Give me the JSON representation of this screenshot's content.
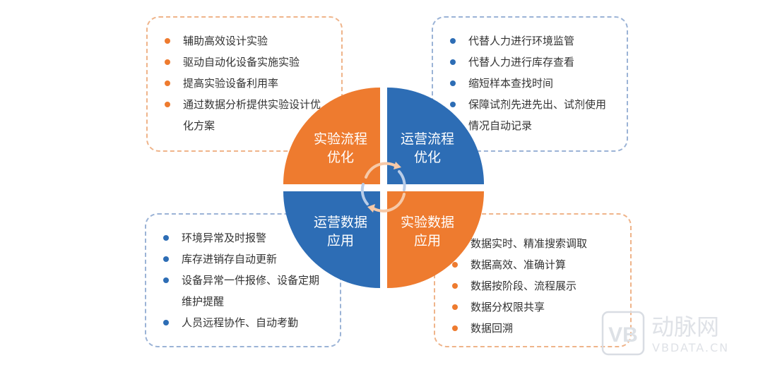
{
  "colors": {
    "orange": "#ee7b2f",
    "blue": "#2d6db5",
    "orange_border": "#efb48a",
    "blue_border": "#9bb3d6"
  },
  "quadrants": {
    "top_left": {
      "line1": "实验流程",
      "line2": "优化"
    },
    "top_right": {
      "line1": "运营流程",
      "line2": "优化"
    },
    "bottom_left": {
      "line1": "运营数据",
      "line2": "应用"
    },
    "bottom_right": {
      "line1": "实验数据",
      "line2": "应用"
    }
  },
  "boxes": {
    "top_left": [
      "辅助高效设计实验",
      "驱动自动化设备实施实验",
      "提高实验设备利用率",
      "通过数据分析提供实验设计优化方案"
    ],
    "top_right": [
      "代替人力进行环境监管",
      "代替人力进行库存查看",
      "缩短样本查找时间",
      "保障试剂先进先出、试剂使用情况自动记录"
    ],
    "bottom_left": [
      "环境异常及时报警",
      "库存进销存自动更新",
      "设备异常一件报修、设备定期维护提醒",
      "人员远程协作、自动考勤"
    ],
    "bottom_right": [
      "数据实时、精准搜索调取",
      "数据高效、准确计算",
      "数据按阶段、流程展示",
      "数据分权限共享",
      "数据回溯"
    ]
  },
  "watermark": {
    "logo_text": "动脉网",
    "url": "VBDATA.CN",
    "mark": "VB"
  }
}
